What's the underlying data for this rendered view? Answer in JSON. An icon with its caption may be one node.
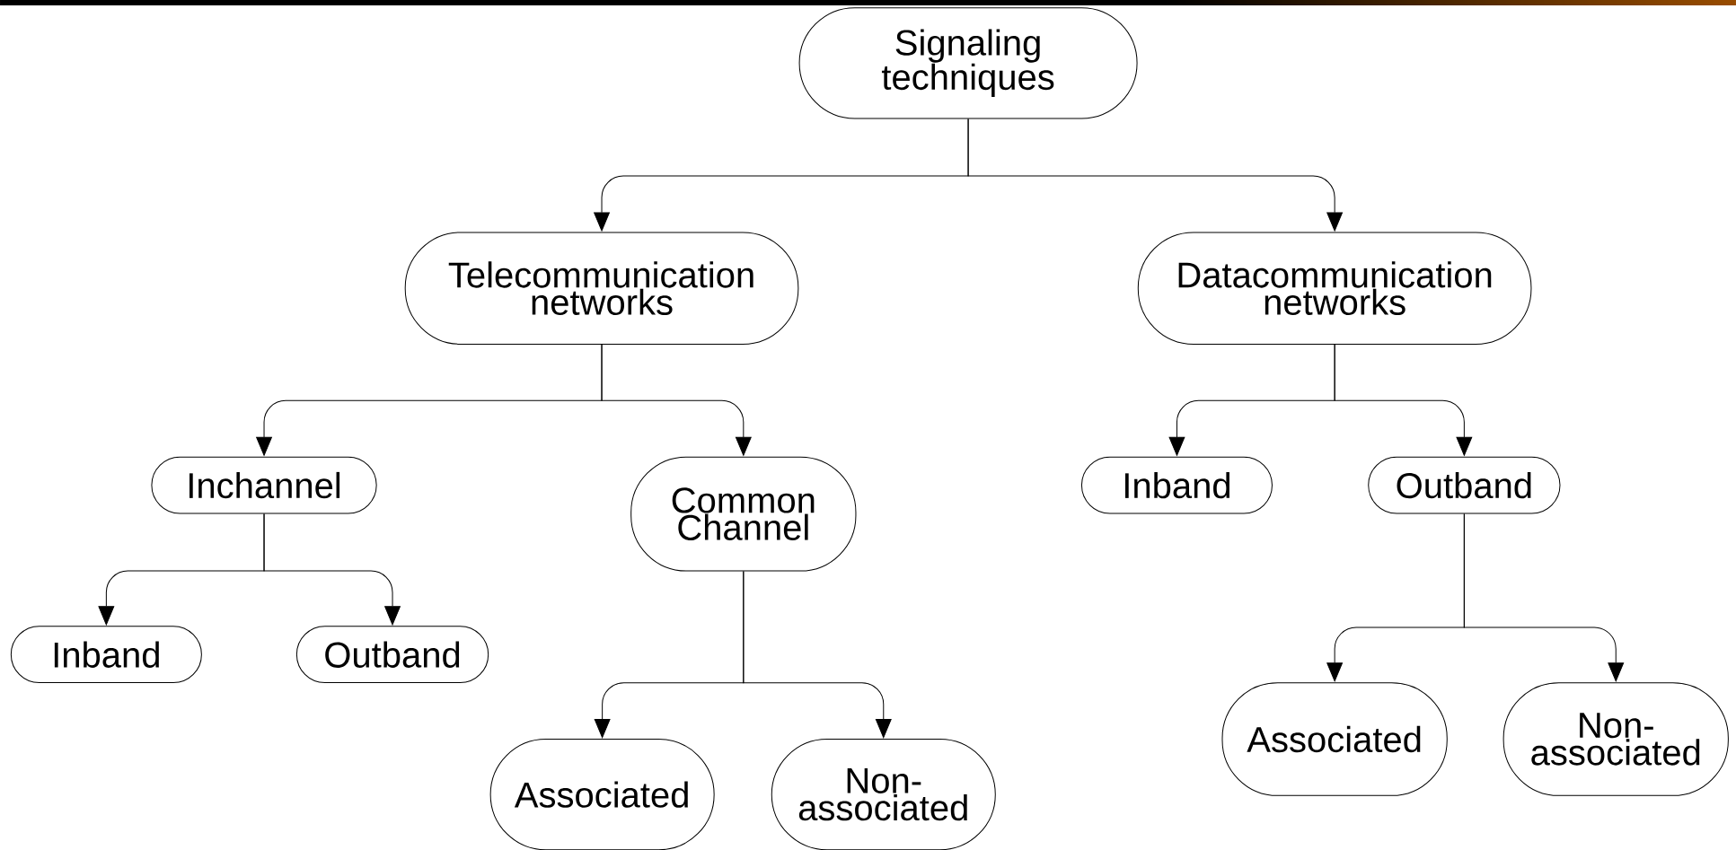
{
  "diagram": {
    "nodes": [
      {
        "text": [
          "Signaling techniques"
        ]
      },
      {
        "text": [
          "Telecommunication networks"
        ]
      },
      {
        "text": [
          "Datacommunication networks"
        ]
      },
      {
        "text": [
          "Inchannel"
        ]
      },
      {
        "text": [
          "Common Channel"
        ]
      },
      {
        "text": [
          "Inband"
        ]
      },
      {
        "text": [
          "Outband"
        ]
      },
      {
        "text": [
          "Associated"
        ]
      },
      {
        "text": [
          "Non-associated"
        ]
      },
      {
        "text": [
          "Inband"
        ]
      },
      {
        "text": [
          "Outband"
        ]
      },
      {
        "text": [
          "Associated"
        ]
      },
      {
        "text": [
          "Non-associated"
        ]
      }
    ],
    "edges": [
      {
        "from": 0,
        "to": 1,
        "arrow": "to"
      },
      {
        "from": 0,
        "to": 2,
        "arrow": "to"
      },
      {
        "from": 1,
        "to": 3,
        "arrow": "to"
      },
      {
        "from": 1,
        "to": 4,
        "arrow": "to"
      },
      {
        "from": 3,
        "to": 5,
        "arrow": "to"
      },
      {
        "from": 3,
        "to": 6,
        "arrow": "to"
      },
      {
        "from": 4,
        "to": 7,
        "arrow": "to"
      },
      {
        "from": 4,
        "to": 8,
        "arrow": "to"
      },
      {
        "from": 2,
        "to": 9,
        "arrow": "to"
      },
      {
        "from": 2,
        "to": 10,
        "arrow": "to"
      },
      {
        "from": 10,
        "to": 11,
        "arrow": "to"
      },
      {
        "from": 10,
        "to": 12,
        "arrow": "to"
      }
    ]
  }
}
